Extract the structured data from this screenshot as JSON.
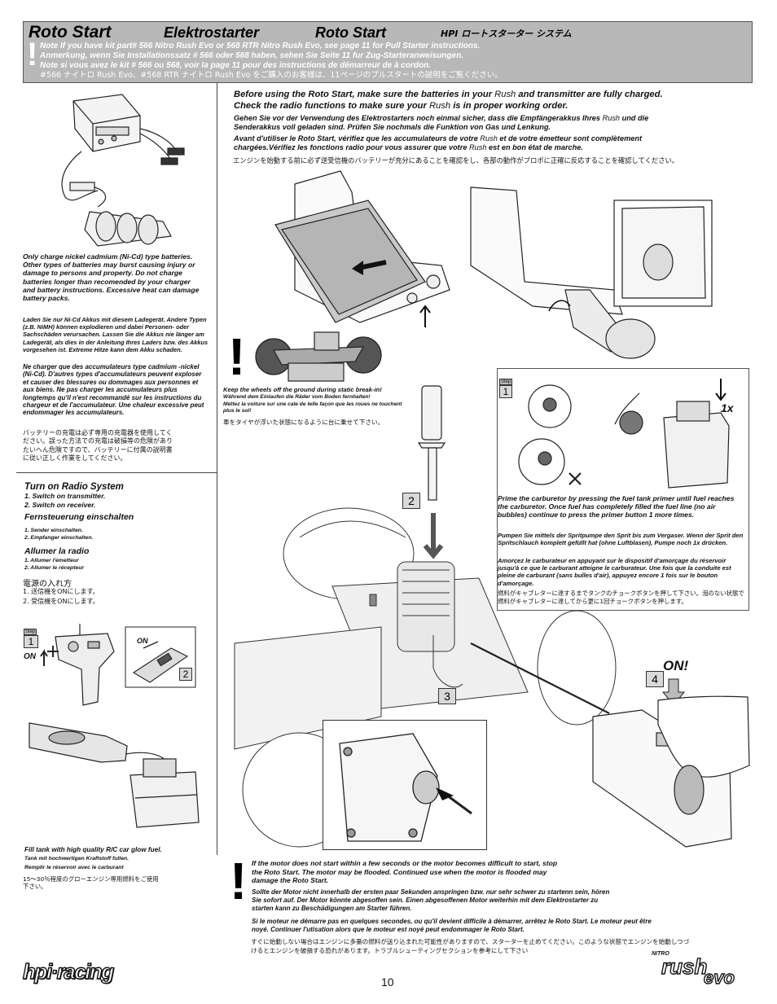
{
  "header": {
    "title_en": "Roto Start",
    "title_de": "Elektrostarter",
    "title_fr": "Roto Start",
    "title_jp": "HPI ロートスターター システム",
    "note_en": "Note If you have kit part# 566 Nitro Rush Evo or 568 RTR Nitro Rush Evo, see page 11 for Pull Starter instructions.",
    "note_de": "Anmerkung, wenn Sie Installationssatz # 566 oder 568 haben, sehen Sie Seite 11 fur Zug-Starteranweisungen.",
    "note_fr": "Note si vous avez le kit # 566 ou 568, voir la page 11 pour des instructions de démarreur de à cordon.",
    "note_jp": "#566 ナイトロ Rush Evo、#568 RTR ナイトロ Rush Evo をご購入のお客様は、11ページのプルスタートの説明をご覧ください。"
  },
  "battery_charge": {
    "en": "Only charge nickel cadmium (Ni-Cd) type batteries. Other types of batteries may burst causing injury or damage to persons and property. Do not charge batteries longer than recomended by your charger and battery instructions. Excessive heat can damage battery packs.",
    "de": "Laden Sie nur Ni-Cd Akkus mit diesem Ladegerät. Andere Typen (z.B. NiMH) können explodieren und dabei Personen- oder Sachschäden verursachen. Lassen Sie die Akkus nie länger am Ladegerät, als dies in der Anleitung Ihres Laders bzw. des Akkus vorgesehen ist. Extreme Hitze kann dem Akku schaden.",
    "fr": "Ne charger que des accumulateurs type cadmium -nickel (Ni-Cd). D'autres types d'accumulateurs peuvent exploser et causer des blessures ou dommages aux personnes  et aux biens. Ne pas charger les accumulateurs plus longtemps qu'il n'est recommandé sur les instructions du chargeur et de l'accumulateur. Une chaleur excessive peut endommager les accumulateurs.",
    "jp": "バッテリーの充電は必ず専用の充電器を使用してください。誤った方法での充電は破損等の危険がありたいへん危険ですので、バッテリーに付属の説明書に従い正しく作業をしてください。"
  },
  "intro": {
    "en1_pre": "Before using the Roto Start, make sure the batteries in your ",
    "rush": "Rush",
    "en1_post": " and transmitter are fully charged.",
    "en2_pre": "Check the radio functions to make sure your ",
    "en2_post": " is in proper working order.",
    "de1_pre": "Gehen Sie vor der Verwendung des Elektrostarters noch einmal sicher, dass die Empfängerakkus Ihres ",
    "de1_post": " und die",
    "de2": "Senderakkus voll geladen sind. Prüfen Sie nochmals die Funktion von Gas und Lenkung.",
    "fr1_pre": "Avant d'utiliser le Roto Start, vérifiez que les accumulateurs de votre ",
    "fr1_post": " et de votre émetteur sont complètement",
    "fr2_pre": "chargées.Vérifiez les fonctions radio pour vous assurer que votre ",
    "fr2_post": " est en bon état de marche.",
    "jp": "エンジンを始動する前に必ず送受信機のバッテリーが充分にあることを確認をし、各部の動作がプロポに正確に反応することを確認してください。"
  },
  "wheels_off": {
    "en": "Keep the wheels off the ground during static break-in!",
    "de": "Während dem Einlaufen die Räder vom Boden fernhalten!",
    "fr": "Mettez la voiture sur une cale de telle façon que les roues ne touchent plus le sol!",
    "jp": "車をタイヤが浮いた状態になるように台に乗せて下さい。"
  },
  "radio": {
    "en_title": "Turn on Radio System",
    "en_1": "1. Switch on transmitter.",
    "en_2": "2. Switch on receiver.",
    "de_title": "Fernsteuerung einschalten",
    "de_1": "1. Sender einschalten.",
    "de_2": "2. Empfanger einschalten.",
    "fr_title": "Allumer la radio",
    "fr_1": "1. Allumer l'émetteur",
    "fr_2": "2. Allumer le récepteur",
    "jp_title": "電源の入れ方",
    "jp_1": "1. 送信機をONにします。",
    "jp_2": "2. 受信機をONにします。"
  },
  "fuel": {
    "en": "Fill tank with high quality R/C car glow fuel.",
    "de": "Tank mit hochwertigen Kraftstoff fullen.",
    "fr": "Remplir le réservoir avec le carburant",
    "jp": "15～30％程度のグローエンジン専用燃料をご使用下さい。"
  },
  "prime": {
    "en": "Prime the carburetor by pressing the fuel tank primer until fuel reaches the carburetor. Once fuel has completely filled the fuel line (no air bubbles) continue to press the primer button 1 more times.",
    "de": "Pumpen Sie mittels der Spritpumpe den Sprit bis zum Vergaser. Wenn der Sprit den Spritschlauch komplett gefüllt hat (ohne Luftblasen), Pumpe noch 1x drücken.",
    "fr": "Amorçez le carburateur en appuyant sur le dispositif d'amorçage du réservoir jusqu'à ce que le carburant atteigne le carburateur. Une fois que la conduite est pleine de carburant (sans bulles d'air), appuyez encore 1 fois sur le bouton d'amorçage.",
    "jp": "燃料がキャブレターに達するまでタンクのチョークボタンを押して下さい。泡のない状態で燃料がキャブレターに達してから更に1回チョークボタンを押します。"
  },
  "flood": {
    "en": "If the motor does not start within a few seconds or the motor becomes difficult to start, stop the Roto Start. The motor may be flooded. Continued use when the motor is flooded may damage the Roto Start.",
    "de": "Sollte der Motor nicht innerhalb der ersten paar Sekunden anspringen bzw. nur sehr schwer zu startenn sein, hören Sie sofort auf. Der Motor könnte abgesoffen sein. Einen abgesoffenen Motor weiterhin mit dem Elektrostarter zu starten kann zu Beschädigungen am Starter führen.",
    "fr": "Si le moteur ne démarre pas en quelques secondes, ou qu'il devient difficile à démarrer, arrêtez le Roto Start. Le moteur peut être noyé. Continuer l'utisation alors que le moteur est noyé peut endommager le Roto Start.",
    "jp": "すぐに始動しない場合はエンジンに多量の燃料が送り込まれた可能性がありますので、スターターを止めてください。このような状態でエンジンを始動しつづけるとエンジンを破損する恐れがあります。トラブルシューティングセクションを参考にして下さい"
  },
  "labels": {
    "step": "Step",
    "on": "ON",
    "on_big": "ON!",
    "once": "1x",
    "n1": "1",
    "n2": "2",
    "n3": "3",
    "n4": "4"
  },
  "footer": {
    "brand": "hpi·racing",
    "page": "10",
    "logo_nitro": "NITRO",
    "logo_rush": "rush",
    "logo_evo": "evo"
  }
}
